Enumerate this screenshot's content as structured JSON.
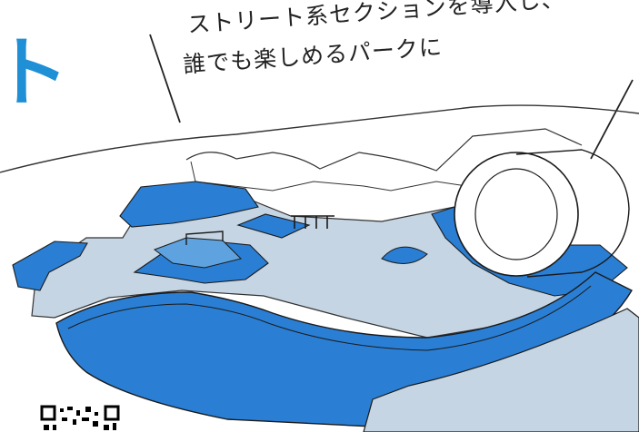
{
  "caption": {
    "line1": "ストリート系セクションを導入し、",
    "line2": "誰でも楽しめるパークに"
  },
  "brand_fragment": "ト",
  "colors": {
    "blue": "#2a7fd4",
    "pale_blue": "#c6d5e3",
    "deep_blue": "#1f8fd6",
    "ink": "#222222"
  },
  "icons": [
    "qr-code-icon"
  ]
}
